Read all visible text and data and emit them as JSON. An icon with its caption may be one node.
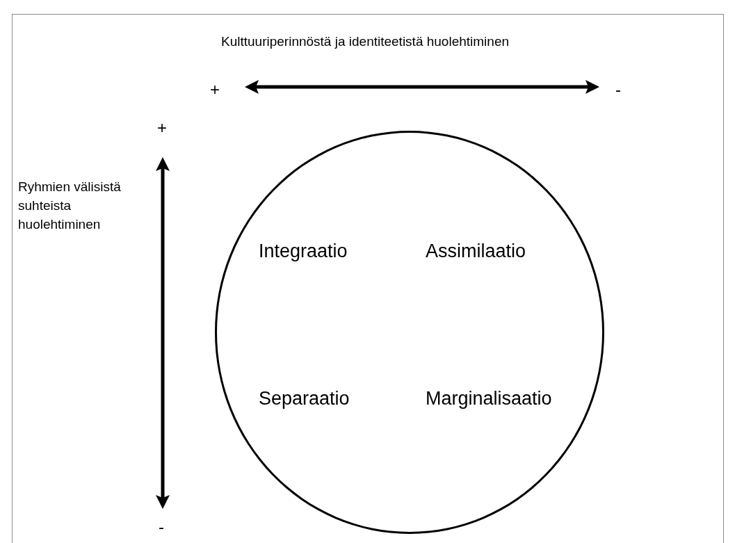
{
  "diagram": {
    "nodes": [
      {
        "text": [
          "Integraatio",
          "Assimilaatio",
          "Separaatio",
          "Marginalisaatio"
        ]
      }
    ],
    "labels": [
      "Kulttuuriperinnöstä ja identiteetistä huolehtiminen",
      "+",
      "-",
      "+",
      "Ryhmien välisistä suhteista huolehtiminen",
      "-"
    ]
  }
}
